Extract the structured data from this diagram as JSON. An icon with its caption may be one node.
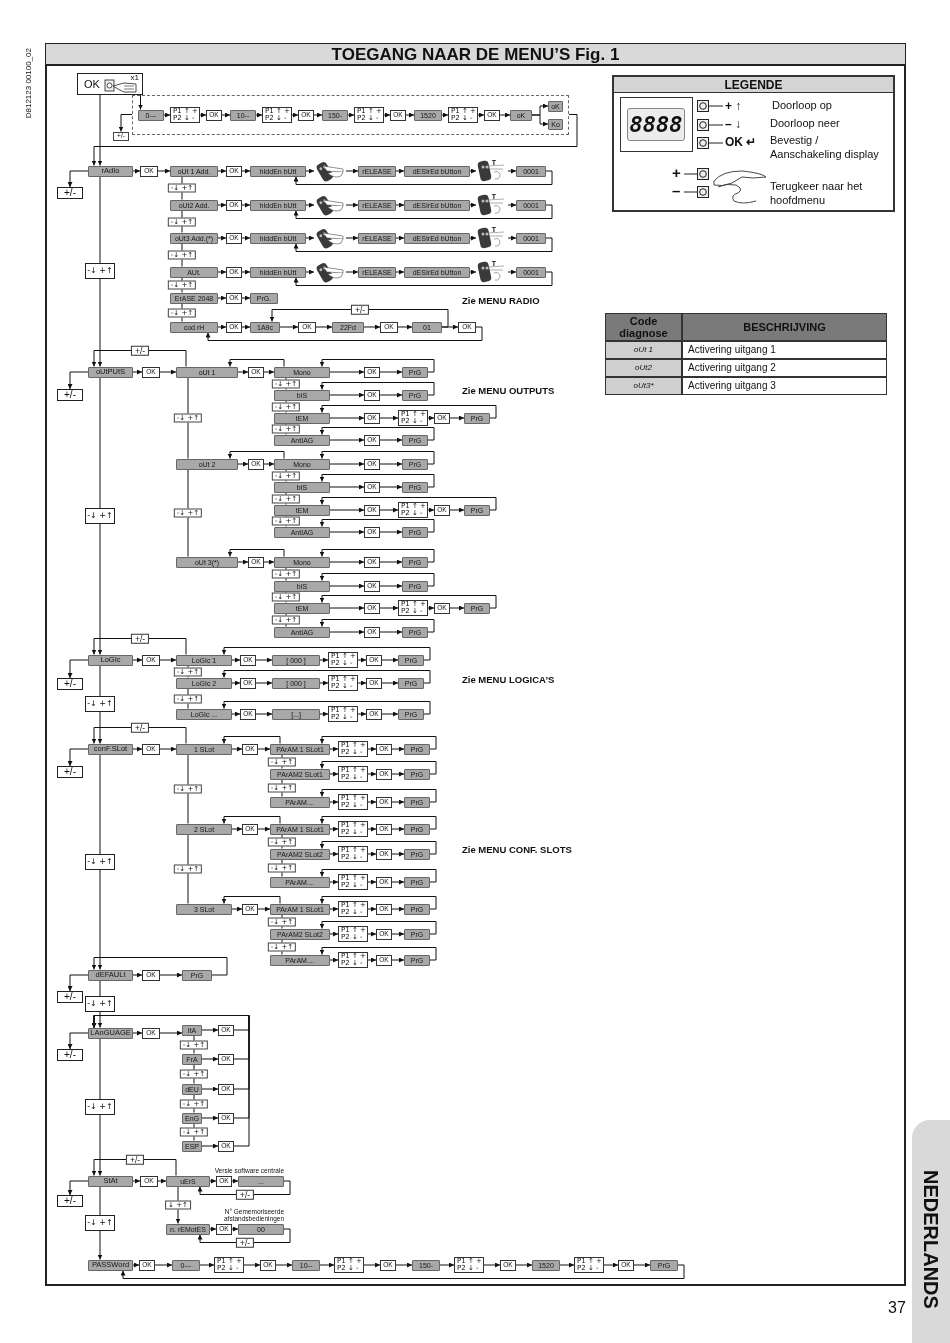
{
  "diagram": {
    "title": "TOEGANG NAAR DE MENU’S Fig. 1",
    "nodes": [
      {
        "text": [
          "OK",
          "x1"
        ]
      },
      {
        "text": [],
        "shape": "box"
      },
      {
        "text": [
          "0---"
        ],
        "in": 1
      },
      {
        "text": [
          "P1 ↑ +",
          "P2 ↓ -"
        ],
        "in": 1
      },
      {
        "text": [
          "OK"
        ],
        "in": 1
      },
      {
        "text": [
          "10--"
        ],
        "in": 1
      },
      {
        "text": [
          "P1 ↑ +",
          "P2 ↓ -"
        ],
        "in": 1
      },
      {
        "text": [
          "OK"
        ],
        "in": 1
      },
      {
        "text": [
          "150-"
        ],
        "in": 1
      },
      {
        "text": [
          "P1 ↑ +",
          "P2 ↓ -"
        ],
        "in": 1
      },
      {
        "text": [
          "OK"
        ],
        "in": 1
      },
      {
        "text": [
          "1520"
        ],
        "in": 1
      },
      {
        "text": [
          "P1 ↑ +",
          "P2 ↓ -"
        ],
        "in": 1
      },
      {
        "text": [
          "OK"
        ],
        "in": 1
      },
      {
        "text": [
          "oK"
        ],
        "in": 1
      },
      {
        "text": [
          "oK"
        ],
        "in": 1
      },
      {
        "text": [
          "Ko"
        ],
        "in": 1
      },
      {
        "text": [
          "+/-"
        ]
      },
      {
        "text": [
          "rAdIo"
        ]
      },
      {
        "text": [
          "+/-"
        ]
      },
      {
        "text": [
          "OK"
        ]
      },
      {
        "text": [
          "oUt 1 Add."
        ]
      },
      {
        "text": [
          "OK"
        ]
      },
      {
        "text": [
          "hIddEn bUtt"
        ]
      },
      {
        "text": [],
        "shape": "picture"
      },
      {
        "text": [
          "rELEASE"
        ]
      },
      {
        "text": [
          "dESIrEd bUtton"
        ]
      },
      {
        "text": [
          "T"
        ]
      },
      {
        "text": [
          "0001"
        ]
      },
      {
        "text": [
          "oUt2 Add."
        ]
      },
      {
        "text": [
          "OK"
        ]
      },
      {
        "text": [
          "hIddEn bUtt"
        ]
      },
      {
        "text": [],
        "shape": "picture"
      },
      {
        "text": [
          "rELEASE"
        ]
      },
      {
        "text": [
          "dESIrEd bUtton"
        ]
      },
      {
        "text": [
          "T"
        ]
      },
      {
        "text": [
          "0001"
        ]
      },
      {
        "text": [
          "oUt3 Add.(*)"
        ]
      },
      {
        "text": [
          "OK"
        ]
      },
      {
        "text": [
          "hIddEn bUtt"
        ]
      },
      {
        "text": [],
        "shape": "picture"
      },
      {
        "text": [
          "rELEASE"
        ]
      },
      {
        "text": [
          "dESIrEd bUtton"
        ]
      },
      {
        "text": [
          "T"
        ]
      },
      {
        "text": [
          "0001"
        ]
      },
      {
        "text": [
          "AUt."
        ]
      },
      {
        "text": [
          "OK"
        ]
      },
      {
        "text": [
          "hIddEn bUtt"
        ]
      },
      {
        "text": [],
        "shape": "picture"
      },
      {
        "text": [
          "rELEASE"
        ]
      },
      {
        "text": [
          "dESIrEd bUtton"
        ]
      },
      {
        "text": [
          "T"
        ]
      },
      {
        "text": [
          "0001"
        ]
      },
      {
        "text": [
          "ErASE 2048"
        ]
      },
      {
        "text": [
          "OK"
        ]
      },
      {
        "text": [
          "PrG."
        ]
      },
      {
        "text": [
          "cod rH"
        ]
      },
      {
        "text": [
          "OK"
        ]
      },
      {
        "text": [
          "1A9c"
        ]
      },
      {
        "text": [
          "OK"
        ]
      },
      {
        "text": [
          "22Fd"
        ]
      },
      {
        "text": [
          "OK"
        ]
      },
      {
        "text": [
          "01"
        ]
      },
      {
        "text": [
          "OK"
        ]
      },
      {
        "text": [
          "oUtPUtS"
        ]
      },
      {
        "text": [
          "+/-"
        ]
      },
      {
        "text": [
          "OK"
        ]
      },
      {
        "text": [
          "oUt 1"
        ]
      },
      {
        "text": [
          "OK"
        ]
      },
      {
        "text": [
          "Mono"
        ]
      },
      {
        "text": [
          "OK"
        ]
      },
      {
        "text": [
          "PrG"
        ]
      },
      {
        "text": [
          "bIS"
        ]
      },
      {
        "text": [
          "OK"
        ]
      },
      {
        "text": [
          "PrG"
        ]
      },
      {
        "text": [
          "tEM"
        ]
      },
      {
        "text": [
          "OK"
        ]
      },
      {
        "text": [
          "P1 ↑ +",
          "P2 ↓ -"
        ]
      },
      {
        "text": [
          "OK"
        ]
      },
      {
        "text": [
          "PrG"
        ]
      },
      {
        "text": [
          "AntIAG"
        ]
      },
      {
        "text": [
          "OK"
        ]
      },
      {
        "text": [
          "PrG"
        ]
      },
      {
        "text": [
          "oUt 2"
        ]
      },
      {
        "text": [
          "OK"
        ]
      },
      {
        "text": [
          "Mono"
        ]
      },
      {
        "text": [
          "OK"
        ]
      },
      {
        "text": [
          "PrG"
        ]
      },
      {
        "text": [
          "bIS"
        ]
      },
      {
        "text": [
          "OK"
        ]
      },
      {
        "text": [
          "PrG"
        ]
      },
      {
        "text": [
          "tEM"
        ]
      },
      {
        "text": [
          "OK"
        ]
      },
      {
        "text": [
          "P1 ↑ +",
          "P2 ↓ -"
        ]
      },
      {
        "text": [
          "OK"
        ]
      },
      {
        "text": [
          "PrG"
        ]
      },
      {
        "text": [
          "AntIAG"
        ]
      },
      {
        "text": [
          "OK"
        ]
      },
      {
        "text": [
          "PrG"
        ]
      },
      {
        "text": [
          "oUt 3(*)"
        ]
      },
      {
        "text": [
          "OK"
        ]
      },
      {
        "text": [
          "Mono"
        ]
      },
      {
        "text": [
          "OK"
        ]
      },
      {
        "text": [
          "PrG"
        ]
      },
      {
        "text": [
          "bIS"
        ]
      },
      {
        "text": [
          "OK"
        ]
      },
      {
        "text": [
          "PrG"
        ]
      },
      {
        "text": [
          "tEM"
        ]
      },
      {
        "text": [
          "OK"
        ]
      },
      {
        "text": [
          "P1 ↑ +",
          "P2 ↓ -"
        ]
      },
      {
        "text": [
          "OK"
        ]
      },
      {
        "text": [
          "PrG"
        ]
      },
      {
        "text": [
          "AntIAG"
        ]
      },
      {
        "text": [
          "OK"
        ]
      },
      {
        "text": [
          "PrG"
        ]
      },
      {
        "text": [
          "LoGIc"
        ]
      },
      {
        "text": [
          "+/-"
        ]
      },
      {
        "text": [
          "OK"
        ]
      },
      {
        "text": [
          "LoGIc 1"
        ]
      },
      {
        "text": [
          "OK"
        ]
      },
      {
        "text": [
          "[ 000 ]"
        ]
      },
      {
        "text": [
          "P1 ↑ +",
          "P2 ↓ -"
        ]
      },
      {
        "text": [
          "OK"
        ]
      },
      {
        "text": [
          "PrG"
        ]
      },
      {
        "text": [
          "LoGIc 2"
        ]
      },
      {
        "text": [
          "OK"
        ]
      },
      {
        "text": [
          "[ 000 ]"
        ]
      },
      {
        "text": [
          "P1 ↑ +",
          "P2 ↓ -"
        ]
      },
      {
        "text": [
          "OK"
        ]
      },
      {
        "text": [
          "PrG"
        ]
      },
      {
        "text": [
          "LoGIc ..."
        ]
      },
      {
        "text": [
          "OK"
        ]
      },
      {
        "text": [
          "[...]"
        ]
      },
      {
        "text": [
          "P1 ↑ +",
          "P2 ↓ -"
        ]
      },
      {
        "text": [
          "OK"
        ]
      },
      {
        "text": [
          "PrG"
        ]
      },
      {
        "text": [
          "conF.SLot"
        ]
      },
      {
        "text": [
          "+/-"
        ]
      },
      {
        "text": [
          "OK"
        ]
      },
      {
        "text": [
          "1 SLot"
        ]
      },
      {
        "text": [
          "OK"
        ]
      },
      {
        "text": [
          "PArAM.1 SLot1"
        ]
      },
      {
        "text": [
          "P1 ↑ +",
          "P2 ↓ -"
        ]
      },
      {
        "text": [
          "OK"
        ]
      },
      {
        "text": [
          "PrG"
        ]
      },
      {
        "text": [
          "PArAM2 SLot1"
        ]
      },
      {
        "text": [
          "P1 ↑ +",
          "P2 ↓ -"
        ]
      },
      {
        "text": [
          "OK"
        ]
      },
      {
        "text": [
          "PrG"
        ]
      },
      {
        "text": [
          "PArAM...."
        ]
      },
      {
        "text": [
          "P1 ↑ +",
          "P2 ↓ -"
        ]
      },
      {
        "text": [
          "OK"
        ]
      },
      {
        "text": [
          "PrG"
        ]
      },
      {
        "text": [
          "2 SLot"
        ]
      },
      {
        "text": [
          "OK"
        ]
      },
      {
        "text": [
          "PArAM 1 SLot1"
        ]
      },
      {
        "text": [
          "P1 ↑ +",
          "P2 ↓ -"
        ]
      },
      {
        "text": [
          "OK"
        ]
      },
      {
        "text": [
          "PrG"
        ]
      },
      {
        "text": [
          "PArAM2 SLot2"
        ]
      },
      {
        "text": [
          "P1 ↑ +",
          "P2 ↓ -"
        ]
      },
      {
        "text": [
          "OK"
        ]
      },
      {
        "text": [
          "PrG"
        ]
      },
      {
        "text": [
          "PArAM...."
        ]
      },
      {
        "text": [
          "P1 ↑ +",
          "P2 ↓ -"
        ]
      },
      {
        "text": [
          "OK"
        ]
      },
      {
        "text": [
          "PrG"
        ]
      },
      {
        "text": [
          "3 SLot"
        ]
      },
      {
        "text": [
          "OK"
        ]
      },
      {
        "text": [
          "PArAM 1 SLot1"
        ]
      },
      {
        "text": [
          "P1 ↑ +",
          "P2 ↓ -"
        ]
      },
      {
        "text": [
          "OK"
        ]
      },
      {
        "text": [
          "PrG"
        ]
      },
      {
        "text": [
          "PArAM2 SLot2"
        ]
      },
      {
        "text": [
          "P1 ↑ +",
          "P2 ↓ -"
        ]
      },
      {
        "text": [
          "OK"
        ]
      },
      {
        "text": [
          "PrG"
        ]
      },
      {
        "text": [
          "PArAM...."
        ]
      },
      {
        "text": [
          "P1 ↑ +",
          "P2 ↓ -"
        ]
      },
      {
        "text": [
          "OK"
        ]
      },
      {
        "text": [
          "PrG"
        ]
      },
      {
        "text": [
          "dEFAULt"
        ]
      },
      {
        "text": [
          "+/-"
        ]
      },
      {
        "text": [
          "OK"
        ]
      },
      {
        "text": [
          "PrG"
        ]
      },
      {
        "text": [
          "LAnGUAGE"
        ]
      },
      {
        "text": [
          "+/-"
        ]
      },
      {
        "text": [
          "OK"
        ]
      },
      {
        "text": [
          "ItA"
        ]
      },
      {
        "text": [
          "OK"
        ]
      },
      {
        "text": [
          "FrA"
        ]
      },
      {
        "text": [
          "OK"
        ]
      },
      {
        "text": [
          "dEU"
        ]
      },
      {
        "text": [
          "OK"
        ]
      },
      {
        "text": [
          "EnG"
        ]
      },
      {
        "text": [
          "OK"
        ]
      },
      {
        "text": [
          "ESP"
        ]
      },
      {
        "text": [
          "OK"
        ]
      },
      {
        "text": [
          "StAt"
        ]
      },
      {
        "text": [
          "+/-"
        ]
      },
      {
        "text": [
          "OK"
        ]
      },
      {
        "text": [
          "uErS"
        ]
      },
      {
        "text": [
          "OK"
        ]
      },
      {
        "text": [
          "..."
        ],
        "beside": [
          "Versie software centrale"
        ]
      },
      {
        "text": [
          "n. rEMotES"
        ]
      },
      {
        "text": [
          "OK"
        ]
      },
      {
        "text": [
          "00"
        ],
        "beside": [
          "N° Gememoriseerde afstandsbedieningen"
        ]
      },
      {
        "text": [
          "PASSWord"
        ]
      },
      {
        "text": [
          "OK"
        ]
      },
      {
        "text": [
          "0---"
        ]
      },
      {
        "text": [
          "P1 ↑ +",
          "P2 ↓ -"
        ]
      },
      {
        "text": [
          "OK"
        ]
      },
      {
        "text": [
          "10--"
        ]
      },
      {
        "text": [
          "P1 ↑ +",
          "P2 ↓ -"
        ]
      },
      {
        "text": [
          "OK"
        ]
      },
      {
        "text": [
          "150-"
        ]
      },
      {
        "text": [
          "P1 ↑ +",
          "P2 ↓ -"
        ]
      },
      {
        "text": [
          "OK"
        ]
      },
      {
        "text": [
          "1520"
        ]
      },
      {
        "text": [
          "P1 ↑ +",
          "P2 ↓ -"
        ]
      },
      {
        "text": [
          "OK"
        ]
      },
      {
        "text": [
          "PrG"
        ]
      },
      {
        "text": [
          "-↓ +↑"
        ]
      },
      {
        "text": [
          "-↓ +↑"
        ]
      },
      {
        "text": [
          "-↓ +↑"
        ]
      },
      {
        "text": [
          "-↓ +↑"
        ]
      },
      {
        "text": [
          "-↓ +↑"
        ]
      },
      {
        "text": [
          "-↓ +↑"
        ]
      },
      {
        "text": [
          "-↓ +↑"
        ]
      }
    ],
    "edges": [
      {
        "from": 0,
        "to": 2,
        "arrow": "to"
      },
      {
        "from": 2,
        "to": 3,
        "arrow": "to"
      },
      {
        "from": 3,
        "to": 4,
        "arrow": "to"
      },
      {
        "from": 4,
        "to": 5,
        "arrow": "to"
      },
      {
        "from": 5,
        "to": 6,
        "arrow": "to"
      },
      {
        "from": 6,
        "to": 7,
        "arrow": "to"
      },
      {
        "from": 7,
        "to": 8,
        "arrow": "to"
      },
      {
        "from": 8,
        "to": 9,
        "arrow": "to"
      },
      {
        "from": 9,
        "to": 10,
        "arrow": "to"
      },
      {
        "from": 10,
        "to": 11,
        "arrow": "to"
      },
      {
        "from": 11,
        "to": 12,
        "arrow": "to"
      },
      {
        "from": 12,
        "to": 13,
        "arrow": "to"
      },
      {
        "from": 13,
        "to": 14,
        "arrow": "to"
      },
      {
        "from": 14,
        "to": 15,
        "arrow": "to"
      },
      {
        "from": 14,
        "to": 16,
        "arrow": "to"
      },
      {
        "from": 1,
        "to": 17,
        "arrow": "to"
      },
      {
        "from": 1,
        "to": 18,
        "arrow": "to"
      },
      {
        "from": 0,
        "to": 18,
        "arrow": "to"
      },
      {
        "from": 18,
        "to": 19,
        "arrow": "to"
      },
      {
        "from": 18,
        "to": 20,
        "arrow": "to"
      },
      {
        "from": 20,
        "to": 21,
        "arrow": "to"
      },
      {
        "from": 21,
        "to": 22,
        "arrow": "to"
      },
      {
        "from": 22,
        "to": 23,
        "arrow": "to"
      },
      {
        "from": 23,
        "to": 24,
        "arrow": "to"
      },
      {
        "from": 24,
        "to": 25,
        "arrow": "to"
      },
      {
        "from": 25,
        "to": 26,
        "arrow": "to"
      },
      {
        "from": 26,
        "to": 27,
        "arrow": "to"
      },
      {
        "from": 27,
        "to": 28,
        "arrow": "to"
      },
      {
        "from": 28,
        "to": 23,
        "arrow": "to"
      },
      {
        "from": 29,
        "to": 30,
        "arrow": "to"
      },
      {
        "from": 30,
        "to": 31,
        "arrow": "to"
      },
      {
        "from": 31,
        "to": 32,
        "arrow": "to"
      },
      {
        "from": 32,
        "to": 33,
        "arrow": "to"
      },
      {
        "from": 33,
        "to": 34,
        "arrow": "to"
      },
      {
        "from": 34,
        "to": 35,
        "arrow": "to"
      },
      {
        "from": 35,
        "to": 36,
        "arrow": "to"
      },
      {
        "from": 36,
        "to": 31,
        "arrow": "to"
      },
      {
        "from": 37,
        "to": 38,
        "arrow": "to"
      },
      {
        "from": 38,
        "to": 39,
        "arrow": "to"
      },
      {
        "from": 39,
        "to": 40,
        "arrow": "to"
      },
      {
        "from": 40,
        "to": 41,
        "arrow": "to"
      },
      {
        "from": 41,
        "to": 42,
        "arrow": "to"
      },
      {
        "from": 42,
        "to": 43,
        "arrow": "to"
      },
      {
        "from": 43,
        "to": 44,
        "arrow": "to"
      },
      {
        "from": 44,
        "to": 39,
        "arrow": "to"
      },
      {
        "from": 45,
        "to": 46,
        "arrow": "to"
      },
      {
        "from": 46,
        "to": 47,
        "arrow": "to"
      },
      {
        "from": 47,
        "to": 48,
        "arrow": "to"
      },
      {
        "from": 48,
        "to": 49,
        "arrow": "to"
      },
      {
        "from": 49,
        "to": 50,
        "arrow": "to"
      },
      {
        "from": 50,
        "to": 51,
        "arrow": "to"
      },
      {
        "from": 51,
        "to": 52,
        "arrow": "to"
      },
      {
        "from": 52,
        "to": 47,
        "arrow": "to"
      },
      {
        "from": 21,
        "to": 29,
        "arrow": "none",
        "label": "-↓ +↑"
      },
      {
        "from": 29,
        "to": 37,
        "arrow": "none",
        "label": "-↓ +↑"
      },
      {
        "from": 37,
        "to": 45,
        "arrow": "none",
        "label": "-↓ +↑"
      },
      {
        "from": 45,
        "to": 53,
        "arrow": "none",
        "label": "-↓ +↑"
      },
      {
        "from": 53,
        "to": 56,
        "arrow": "none",
        "label": "-↓ +↑"
      },
      {
        "from": 53,
        "to": 54,
        "arrow": "to"
      },
      {
        "from": 54,
        "to": 55,
        "arrow": "to"
      },
      {
        "from": 56,
        "to": 57,
        "arrow": "to"
      },
      {
        "from": 57,
        "to": 58,
        "arrow": "to"
      },
      {
        "from": 58,
        "to": 59,
        "arrow": "to"
      },
      {
        "from": 59,
        "to": 60,
        "arrow": "to"
      },
      {
        "from": 60,
        "to": 61,
        "arrow": "to"
      },
      {
        "from": 61,
        "to": 62,
        "arrow": "to"
      },
      {
        "from": 62,
        "to": 63,
        "arrow": "to"
      },
      {
        "from": 62,
        "to": 58,
        "arrow": "to",
        "label": "+/-"
      },
      {
        "from": 63,
        "to": 56,
        "arrow": "to"
      },
      {
        "from": 18,
        "to": 222,
        "arrow": "none"
      },
      {
        "from": 64,
        "to": 65,
        "arrow": "to"
      },
      {
        "from": 64,
        "to": 66,
        "arrow": "to"
      },
      {
        "from": 66,
        "to": 67,
        "arrow": "to"
      },
      {
        "from": 67,
        "to": 64,
        "arrow": "to",
        "label": "+/-"
      },
      {
        "from": 67,
        "to": 68,
        "arrow": "to"
      },
      {
        "from": 68,
        "to": 69,
        "arrow": "to"
      },
      {
        "from": 69,
        "to": 67,
        "arrow": "to"
      },
      {
        "from": 69,
        "to": 70,
        "arrow": "to"
      },
      {
        "from": 70,
        "to": 71,
        "arrow": "to"
      },
      {
        "from": 71,
        "to": 69,
        "arrow": "to"
      },
      {
        "from": 72,
        "to": 73,
        "arrow": "to"
      },
      {
        "from": 73,
        "to": 74,
        "arrow": "to"
      },
      {
        "from": 74,
        "to": 72,
        "arrow": "to"
      },
      {
        "from": 75,
        "to": 76,
        "arrow": "to"
      },
      {
        "from": 76,
        "to": 77,
        "arrow": "to"
      },
      {
        "from": 77,
        "to": 78,
        "arrow": "to"
      },
      {
        "from": 78,
        "to": 79,
        "arrow": "to"
      },
      {
        "from": 79,
        "to": 75,
        "arrow": "to"
      },
      {
        "from": 80,
        "to": 81,
        "arrow": "to"
      },
      {
        "from": 81,
        "to": 82,
        "arrow": "to"
      },
      {
        "from": 82,
        "to": 80,
        "arrow": "to"
      },
      {
        "from": 69,
        "to": 72,
        "arrow": "none",
        "label": "-↓ +↑"
      },
      {
        "from": 72,
        "to": 75,
        "arrow": "none",
        "label": "-↓ +↑"
      },
      {
        "from": 75,
        "to": 80,
        "arrow": "none",
        "label": "-↓ +↑"
      },
      {
        "from": 67,
        "to": 83,
        "arrow": "none",
        "label": "-↓ +↑"
      },
      {
        "from": 83,
        "to": 84,
        "arrow": "to"
      },
      {
        "from": 84,
        "to": 85,
        "arrow": "to"
      },
      {
        "from": 85,
        "to": 83,
        "arrow": "to"
      },
      {
        "from": 85,
        "to": 86,
        "arrow": "to"
      },
      {
        "from": 86,
        "to": 87,
        "arrow": "to"
      },
      {
        "from": 87,
        "to": 85,
        "arrow": "to"
      },
      {
        "from": 88,
        "to": 89,
        "arrow": "to"
      },
      {
        "from": 89,
        "to": 90,
        "arrow": "to"
      },
      {
        "from": 90,
        "to": 88,
        "arrow": "to"
      },
      {
        "from": 91,
        "to": 92,
        "arrow": "to"
      },
      {
        "from": 92,
        "to": 93,
        "arrow": "to"
      },
      {
        "from": 93,
        "to": 94,
        "arrow": "to"
      },
      {
        "from": 94,
        "to": 95,
        "arrow": "to"
      },
      {
        "from": 95,
        "to": 91,
        "arrow": "to"
      },
      {
        "from": 96,
        "to": 97,
        "arrow": "to"
      },
      {
        "from": 97,
        "to": 98,
        "arrow": "to"
      },
      {
        "from": 98,
        "to": 96,
        "arrow": "to"
      },
      {
        "from": 85,
        "to": 88,
        "arrow": "none",
        "label": "-↓ +↑"
      },
      {
        "from": 88,
        "to": 91,
        "arrow": "none",
        "label": "-↓ +↑"
      },
      {
        "from": 91,
        "to": 96,
        "arrow": "none",
        "label": "-↓ +↑"
      },
      {
        "from": 83,
        "to": 99,
        "arrow": "none",
        "label": "-↓ +↑"
      },
      {
        "from": 99,
        "to": 100,
        "arrow": "to"
      },
      {
        "from": 100,
        "to": 101,
        "arrow": "to"
      },
      {
        "from": 101,
        "to": 99,
        "arrow": "to"
      },
      {
        "from": 101,
        "to": 102,
        "arrow": "to"
      },
      {
        "from": 102,
        "to": 103,
        "arrow": "to"
      },
      {
        "from": 103,
        "to": 101,
        "arrow": "to"
      },
      {
        "from": 104,
        "to": 105,
        "arrow": "to"
      },
      {
        "from": 105,
        "to": 106,
        "arrow": "to"
      },
      {
        "from": 106,
        "to": 104,
        "arrow": "to"
      },
      {
        "from": 107,
        "to": 108,
        "arrow": "to"
      },
      {
        "from": 108,
        "to": 109,
        "arrow": "to"
      },
      {
        "from": 109,
        "to": 110,
        "arrow": "to"
      },
      {
        "from": 110,
        "to": 111,
        "arrow": "to"
      },
      {
        "from": 111,
        "to": 107,
        "arrow": "to"
      },
      {
        "from": 112,
        "to": 113,
        "arrow": "to"
      },
      {
        "from": 113,
        "to": 114,
        "arrow": "to"
      },
      {
        "from": 114,
        "to": 112,
        "arrow": "to"
      },
      {
        "from": 101,
        "to": 104,
        "arrow": "none",
        "label": "-↓ +↑"
      },
      {
        "from": 104,
        "to": 107,
        "arrow": "none",
        "label": "-↓ +↑"
      },
      {
        "from": 107,
        "to": 112,
        "arrow": "none",
        "label": "-↓ +↑"
      },
      {
        "from": 64,
        "to": 223,
        "arrow": "none"
      },
      {
        "from": 115,
        "to": 116,
        "arrow": "to"
      },
      {
        "from": 115,
        "to": 117,
        "arrow": "to"
      },
      {
        "from": 117,
        "to": 118,
        "arrow": "to"
      },
      {
        "from": 118,
        "to": 115,
        "arrow": "to",
        "label": "+/-"
      },
      {
        "from": 118,
        "to": 119,
        "arrow": "to"
      },
      {
        "from": 119,
        "to": 120,
        "arrow": "to"
      },
      {
        "from": 120,
        "to": 121,
        "arrow": "to"
      },
      {
        "from": 121,
        "to": 122,
        "arrow": "to"
      },
      {
        "from": 122,
        "to": 123,
        "arrow": "to"
      },
      {
        "from": 123,
        "to": 118,
        "arrow": "to"
      },
      {
        "from": 124,
        "to": 125,
        "arrow": "to"
      },
      {
        "from": 125,
        "to": 126,
        "arrow": "to"
      },
      {
        "from": 126,
        "to": 127,
        "arrow": "to"
      },
      {
        "from": 127,
        "to": 128,
        "arrow": "to"
      },
      {
        "from": 128,
        "to": 129,
        "arrow": "to"
      },
      {
        "from": 129,
        "to": 124,
        "arrow": "to"
      },
      {
        "from": 130,
        "to": 131,
        "arrow": "to"
      },
      {
        "from": 131,
        "to": 132,
        "arrow": "to"
      },
      {
        "from": 132,
        "to": 133,
        "arrow": "to"
      },
      {
        "from": 133,
        "to": 134,
        "arrow": "to"
      },
      {
        "from": 134,
        "to": 135,
        "arrow": "to"
      },
      {
        "from": 135,
        "to": 130,
        "arrow": "to"
      },
      {
        "from": 118,
        "to": 124,
        "arrow": "none",
        "label": "-↓ +↑"
      },
      {
        "from": 124,
        "to": 130,
        "arrow": "none",
        "label": "-↓ +↑"
      },
      {
        "from": 115,
        "to": 224,
        "arrow": "none"
      },
      {
        "from": 136,
        "to": 137,
        "arrow": "to"
      },
      {
        "from": 136,
        "to": 138,
        "arrow": "to"
      },
      {
        "from": 138,
        "to": 139,
        "arrow": "to"
      },
      {
        "from": 139,
        "to": 136,
        "arrow": "to",
        "label": "+/-"
      },
      {
        "from": 139,
        "to": 140,
        "arrow": "to"
      },
      {
        "from": 140,
        "to": 141,
        "arrow": "to"
      },
      {
        "from": 141,
        "to": 139,
        "arrow": "to"
      },
      {
        "from": 141,
        "to": 142,
        "arrow": "to"
      },
      {
        "from": 142,
        "to": 143,
        "arrow": "to"
      },
      {
        "from": 143,
        "to": 144,
        "arrow": "to"
      },
      {
        "from": 144,
        "to": 141,
        "arrow": "to"
      },
      {
        "from": 145,
        "to": 146,
        "arrow": "to"
      },
      {
        "from": 146,
        "to": 147,
        "arrow": "to"
      },
      {
        "from": 147,
        "to": 148,
        "arrow": "to"
      },
      {
        "from": 148,
        "to": 145,
        "arrow": "to"
      },
      {
        "from": 149,
        "to": 150,
        "arrow": "to"
      },
      {
        "from": 150,
        "to": 151,
        "arrow": "to"
      },
      {
        "from": 151,
        "to": 152,
        "arrow": "to"
      },
      {
        "from": 152,
        "to": 149,
        "arrow": "to"
      },
      {
        "from": 141,
        "to": 145,
        "arrow": "none",
        "label": "-↓ +↑"
      },
      {
        "from": 145,
        "to": 149,
        "arrow": "none",
        "label": "-↓ +↑"
      },
      {
        "from": 139,
        "to": 153,
        "arrow": "none",
        "label": "-↓ +↑"
      },
      {
        "from": 153,
        "to": 154,
        "arrow": "to"
      },
      {
        "from": 154,
        "to": 155,
        "arrow": "to"
      },
      {
        "from": 155,
        "to": 153,
        "arrow": "to"
      },
      {
        "from": 155,
        "to": 156,
        "arrow": "to"
      },
      {
        "from": 156,
        "to": 157,
        "arrow": "to"
      },
      {
        "from": 157,
        "to": 158,
        "arrow": "to"
      },
      {
        "from": 158,
        "to": 155,
        "arrow": "to"
      },
      {
        "from": 159,
        "to": 160,
        "arrow": "to"
      },
      {
        "from": 160,
        "to": 161,
        "arrow": "to"
      },
      {
        "from": 161,
        "to": 162,
        "arrow": "to"
      },
      {
        "from": 162,
        "to": 159,
        "arrow": "to"
      },
      {
        "from": 163,
        "to": 164,
        "arrow": "to"
      },
      {
        "from": 164,
        "to": 165,
        "arrow": "to"
      },
      {
        "from": 165,
        "to": 166,
        "arrow": "to"
      },
      {
        "from": 166,
        "to": 163,
        "arrow": "to"
      },
      {
        "from": 155,
        "to": 159,
        "arrow": "none",
        "label": "-↓ +↑"
      },
      {
        "from": 159,
        "to": 163,
        "arrow": "none",
        "label": "-↓ +↑"
      },
      {
        "from": 153,
        "to": 167,
        "arrow": "none",
        "label": "-↓ +↑"
      },
      {
        "from": 167,
        "to": 168,
        "arrow": "to"
      },
      {
        "from": 168,
        "to": 169,
        "arrow": "to"
      },
      {
        "from": 169,
        "to": 167,
        "arrow": "to"
      },
      {
        "from": 169,
        "to": 170,
        "arrow": "to"
      },
      {
        "from": 170,
        "to": 171,
        "arrow": "to"
      },
      {
        "from": 171,
        "to": 172,
        "arrow": "to"
      },
      {
        "from": 172,
        "to": 169,
        "arrow": "to"
      },
      {
        "from": 173,
        "to": 174,
        "arrow": "to"
      },
      {
        "from": 174,
        "to": 175,
        "arrow": "to"
      },
      {
        "from": 175,
        "to": 176,
        "arrow": "to"
      },
      {
        "from": 176,
        "to": 173,
        "arrow": "to"
      },
      {
        "from": 177,
        "to": 178,
        "arrow": "to"
      },
      {
        "from": 178,
        "to": 179,
        "arrow": "to"
      },
      {
        "from": 179,
        "to": 180,
        "arrow": "to"
      },
      {
        "from": 180,
        "to": 177,
        "arrow": "to"
      },
      {
        "from": 169,
        "to": 173,
        "arrow": "none",
        "label": "-↓ +↑"
      },
      {
        "from": 173,
        "to": 177,
        "arrow": "none",
        "label": "-↓ +↑"
      },
      {
        "from": 136,
        "to": 225,
        "arrow": "none"
      },
      {
        "from": 181,
        "to": 182,
        "arrow": "to"
      },
      {
        "from": 181,
        "to": 183,
        "arrow": "to"
      },
      {
        "from": 183,
        "to": 184,
        "arrow": "to"
      },
      {
        "from": 184,
        "to": 181,
        "arrow": "to"
      },
      {
        "from": 181,
        "to": 226,
        "arrow": "none"
      },
      {
        "from": 185,
        "to": 186,
        "arrow": "to"
      },
      {
        "from": 185,
        "to": 187,
        "arrow": "to"
      },
      {
        "from": 187,
        "to": 188,
        "arrow": "to"
      },
      {
        "from": 188,
        "to": 189,
        "arrow": "to"
      },
      {
        "from": 190,
        "to": 191,
        "arrow": "to"
      },
      {
        "from": 192,
        "to": 193,
        "arrow": "to"
      },
      {
        "from": 194,
        "to": 195,
        "arrow": "to"
      },
      {
        "from": 196,
        "to": 197,
        "arrow": "to"
      },
      {
        "from": 188,
        "to": 190,
        "arrow": "none",
        "label": "-↓ +↑"
      },
      {
        "from": 190,
        "to": 192,
        "arrow": "none",
        "label": "-↓ +↑"
      },
      {
        "from": 192,
        "to": 194,
        "arrow": "none",
        "label": "-↓ +↑"
      },
      {
        "from": 194,
        "to": 196,
        "arrow": "none",
        "label": "-↓ +↑"
      },
      {
        "from": 189,
        "to": 185,
        "arrow": "to"
      },
      {
        "from": 191,
        "to": 185,
        "arrow": "to"
      },
      {
        "from": 193,
        "to": 185,
        "arrow": "to"
      },
      {
        "from": 195,
        "to": 185,
        "arrow": "to"
      },
      {
        "from": 197,
        "to": 185,
        "arrow": "to"
      },
      {
        "from": 185,
        "to": 227,
        "arrow": "none"
      },
      {
        "from": 198,
        "to": 199,
        "arrow": "to"
      },
      {
        "from": 198,
        "to": 200,
        "arrow": "to"
      },
      {
        "from": 200,
        "to": 201,
        "arrow": "to"
      },
      {
        "from": 201,
        "to": 202,
        "arrow": "to"
      },
      {
        "from": 202,
        "to": 203,
        "arrow": "to"
      },
      {
        "from": 203,
        "to": 201,
        "arrow": "to",
        "label": "+/-"
      },
      {
        "from": 201,
        "to": 204,
        "arrow": "to",
        "label": "↓ +↑"
      },
      {
        "from": 204,
        "to": 205,
        "arrow": "to"
      },
      {
        "from": 205,
        "to": 206,
        "arrow": "to"
      },
      {
        "from": 206,
        "to": 204,
        "arrow": "to",
        "label": "+/-"
      },
      {
        "from": 201,
        "to": 198,
        "arrow": "to",
        "label": "+/-"
      },
      {
        "from": 198,
        "to": 228,
        "arrow": "none"
      },
      {
        "from": 207,
        "to": 208,
        "arrow": "to"
      },
      {
        "from": 208,
        "to": 209,
        "arrow": "to"
      },
      {
        "from": 209,
        "to": 210,
        "arrow": "to"
      },
      {
        "from": 210,
        "to": 211,
        "arrow": "to"
      },
      {
        "from": 211,
        "to": 212,
        "arrow": "to"
      },
      {
        "from": 212,
        "to": 213,
        "arrow": "to"
      },
      {
        "from": 213,
        "to": 214,
        "arrow": "to"
      },
      {
        "from": 214,
        "to": 215,
        "arrow": "to"
      },
      {
        "from": 215,
        "to": 216,
        "arrow": "to"
      },
      {
        "from": 216,
        "to": 217,
        "arrow": "to"
      },
      {
        "from": 217,
        "to": 218,
        "arrow": "to"
      },
      {
        "from": 218,
        "to": 219,
        "arrow": "to"
      },
      {
        "from": 219,
        "to": 220,
        "arrow": "to"
      },
      {
        "from": 220,
        "to": 221,
        "arrow": "to"
      },
      {
        "from": 221,
        "to": 207,
        "arrow": "to"
      },
      {
        "from": 222,
        "to": 64,
        "arrow": "to"
      },
      {
        "from": 223,
        "to": 115,
        "arrow": "to"
      },
      {
        "from": 224,
        "to": 136,
        "arrow": "to"
      },
      {
        "from": 225,
        "to": 181,
        "arrow": "to"
      },
      {
        "from": 226,
        "to": 185,
        "arrow": "to"
      },
      {
        "from": 227,
        "to": 198,
        "arrow": "to"
      },
      {
        "from": 228,
        "to": 207,
        "arrow": "to"
      }
    ],
    "labels": [
      "D812123 00100_02",
      "LEGENDE",
      "8888",
      "+ ↑",
      "– ↓",
      "OK ↵",
      "+",
      "–",
      "Zie MENU RADIO",
      "Code diagnose",
      "BESCHRIJVING",
      "oUt 1",
      "Activering uitgang 1",
      "oUt2",
      "Activering uitgang 2",
      "oUt3*",
      "Activering uitgang 3",
      "Zie MENU OUTPUTS",
      "Zie MENU LOGICA’S",
      "Zie MENU CONF. SLOTS",
      "NEDERLANDS",
      "37"
    ],
    "legend": [
      {
        "text": "Doorloop op"
      },
      {
        "text": "Doorloop neer"
      },
      {
        "text": "Bevestig / Aanschakeling display"
      },
      {
        "text": "Terugkeer naar het hoofdmenu"
      }
    ]
  }
}
